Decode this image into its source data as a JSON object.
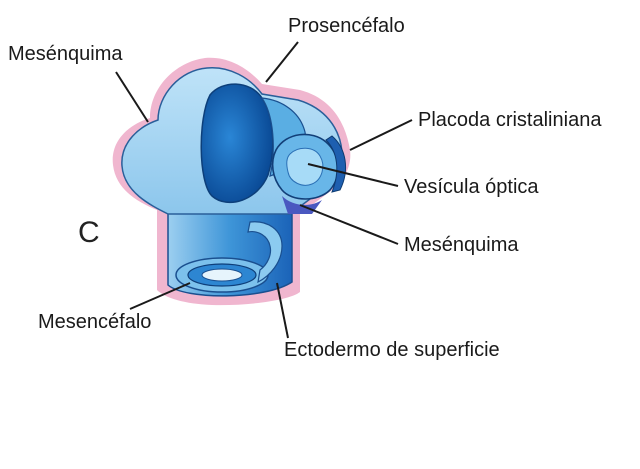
{
  "panel_letter": "C",
  "labels": {
    "mesenquima_top": "Mesénquima",
    "prosencefalo": "Prosencéfalo",
    "placoda": "Placoda cristaliniana",
    "vesicula": "Vesícula óptica",
    "mesenquima_right": "Mesénquima",
    "mesencefalo": "Mesencéfalo",
    "ectodermo": "Ectodermo de superficie"
  },
  "colors": {
    "mesenchyme_pink": "#f0b6cf",
    "tissue_light_blue": "#a9d6f2",
    "tissue_mid_blue": "#4fa7de",
    "tissue_deep_blue": "#1f6fc4",
    "lumen_dark_blue": "#0b4f9e",
    "outline": "#2a2a2a"
  }
}
